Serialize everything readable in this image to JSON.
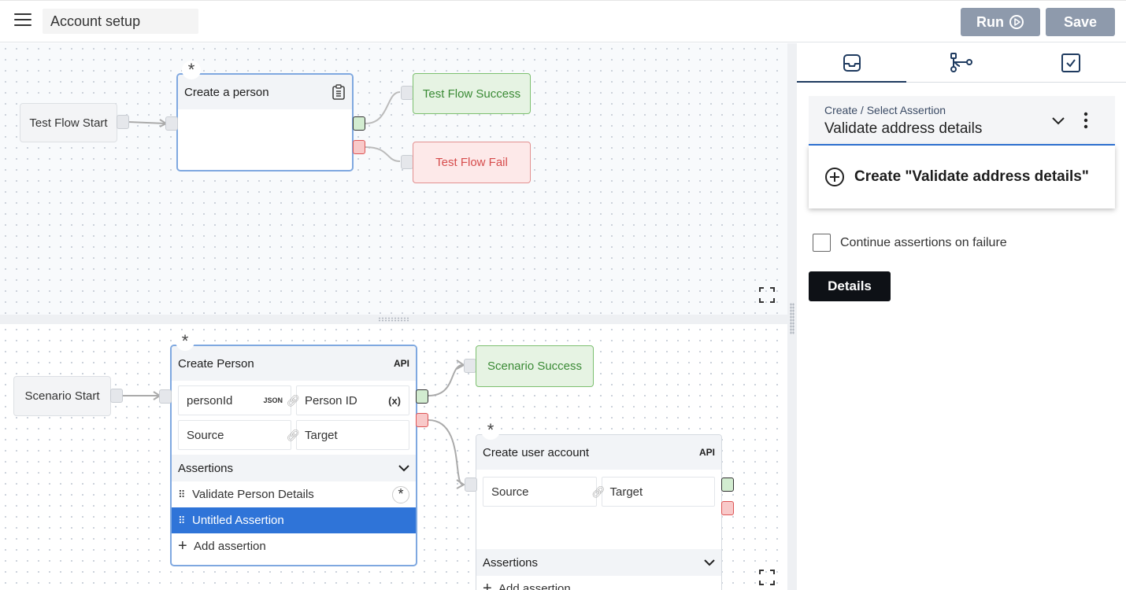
{
  "header": {
    "project_name": "Account setup",
    "run_label": "Run",
    "save_label": "Save"
  },
  "test_flow": {
    "start_label": "Test Flow Start",
    "node_title": "Create a person",
    "success_label": "Test Flow Success",
    "fail_label": "Test Flow Fail"
  },
  "scenario": {
    "start_label": "Scenario Start",
    "success_label": "Scenario Success",
    "create_person": {
      "title": "Create Person",
      "tag": "API",
      "mappings": [
        {
          "source": "personId",
          "source_tag": "JSON",
          "target": "Person ID",
          "target_tag": "(x)"
        },
        {
          "source": "Source",
          "source_tag": "",
          "target": "Target",
          "target_tag": ""
        }
      ],
      "assertions_label": "Assertions",
      "assertions": [
        {
          "label": "Validate Person Details"
        },
        {
          "label": "Untitled Assertion"
        }
      ],
      "add_assertion_label": "Add assertion"
    },
    "create_user_account": {
      "title": "Create user account",
      "tag": "API",
      "source": "Source",
      "target": "Target",
      "assertions_label": "Assertions",
      "add_assertion_label": "Add assertion"
    }
  },
  "right_panel": {
    "tabs": [
      {
        "icon": "inbox-icon",
        "active": true
      },
      {
        "icon": "flow-tree-icon",
        "active": false
      },
      {
        "icon": "checkbox-checked-icon",
        "active": false
      }
    ],
    "select_label": "Create / Select Assertion",
    "select_value": "Validate address details",
    "dropdown_option": "Create \"Validate address details\"",
    "continue_label": "Continue assertions on failure",
    "continue_checked": false,
    "details_label": "Details"
  },
  "colors": {
    "accent": "#2f74d8",
    "button_gray": "#8e9aac",
    "success_bg": "#e6f3e3",
    "fail_bg": "#fde9e9"
  }
}
